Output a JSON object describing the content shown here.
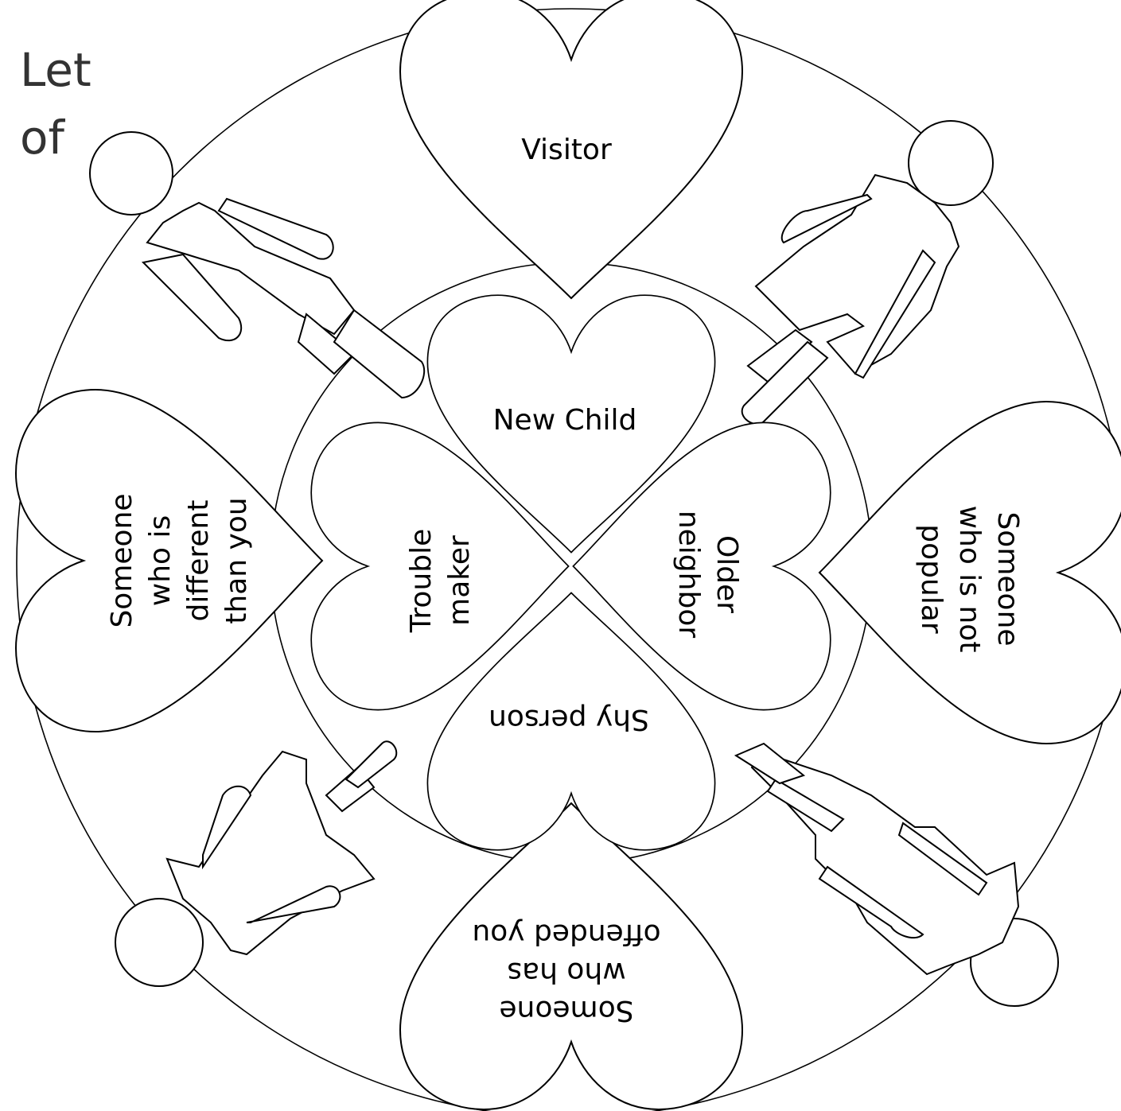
{
  "title_fragment": {
    "line1": "Let",
    "line2": "of"
  },
  "hearts": {
    "outer_top": {
      "lines": [
        "Visitor"
      ]
    },
    "outer_left": {
      "lines": [
        "Someone",
        "who is",
        "different",
        "than you"
      ]
    },
    "outer_right": {
      "lines": [
        "Someone",
        "who is not",
        "popular"
      ]
    },
    "outer_bottom": {
      "lines": [
        "Someone",
        "who has",
        "offended you"
      ]
    },
    "inner_top": {
      "lines": [
        "New Child"
      ]
    },
    "inner_left": {
      "lines": [
        "Trouble",
        "maker"
      ]
    },
    "inner_right": {
      "lines": [
        "Older",
        "neighbor"
      ]
    },
    "inner_bottom": {
      "lines": [
        "Shy person"
      ]
    }
  },
  "figures": {
    "count": 4,
    "style": "outline"
  },
  "colors": {
    "stroke": "#000000",
    "fill": "#ffffff",
    "title": "#333333"
  }
}
